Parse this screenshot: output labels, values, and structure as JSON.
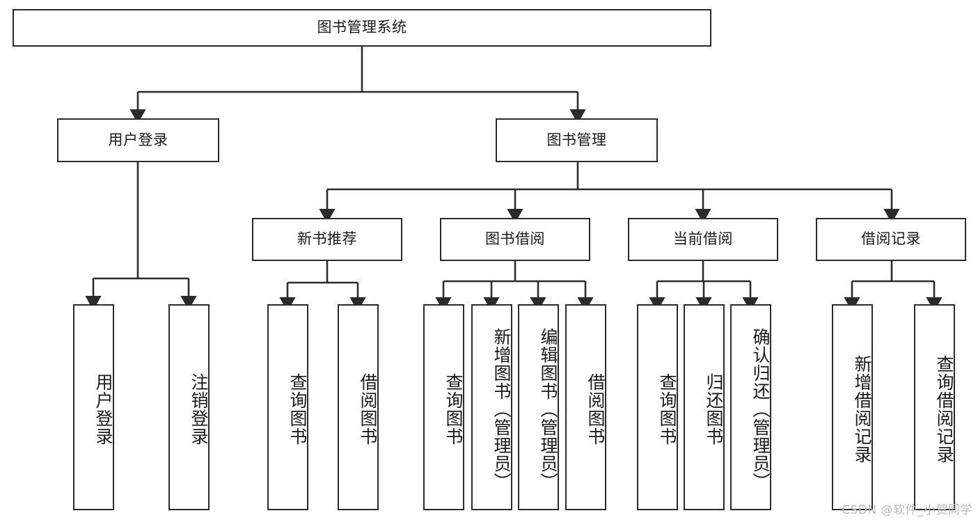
{
  "diagram": {
    "title": "图书管理系统",
    "type": "tree",
    "watermark": "CSDN @软件_小贺同学",
    "colors": {
      "box_border": "#2b2b2b",
      "box_fill": "#ffffff",
      "edge": "#2b2b2b",
      "text": "#1a1a1a",
      "watermark": "#b9b9b9"
    },
    "root": {
      "label": "图书管理系统"
    },
    "level2": [
      {
        "label": "用户登录"
      },
      {
        "label": "图书管理"
      }
    ],
    "level3": [
      {
        "label": "新书推荐"
      },
      {
        "label": "图书借阅"
      },
      {
        "label": "当前借阅"
      },
      {
        "label": "借阅记录"
      }
    ],
    "leaves": {
      "user_login": [
        {
          "label": "用户登录"
        },
        {
          "label": "注销登录"
        }
      ],
      "new_book": [
        {
          "label": "查询图书"
        },
        {
          "label": "借阅图书"
        }
      ],
      "book_borrow": [
        {
          "label": "查询图书"
        },
        {
          "label": "新增图书（管理员）"
        },
        {
          "label": "编辑图书（管理员）"
        },
        {
          "label": "借阅图书"
        }
      ],
      "current_borrow": [
        {
          "label": "查询图书"
        },
        {
          "label": "归还图书"
        },
        {
          "label": "确认归还（管理员）"
        }
      ],
      "borrow_record": [
        {
          "label": "新增借阅记录"
        },
        {
          "label": "查询借阅记录"
        }
      ]
    }
  }
}
